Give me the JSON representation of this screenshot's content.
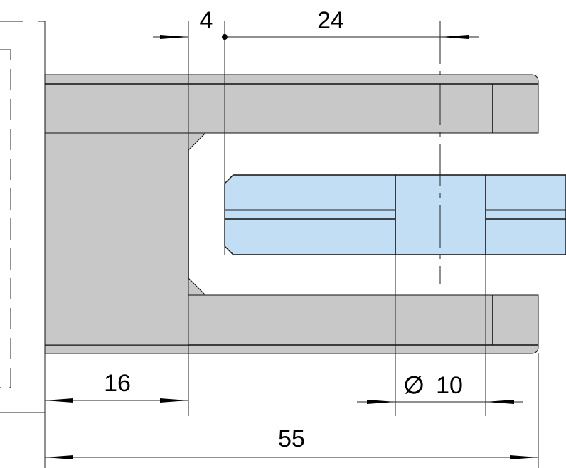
{
  "drawing": {
    "dimensions": {
      "offset": "4",
      "insertion": "24",
      "base_depth": "16",
      "hole_diameter": "10",
      "hole_diameter_symbol": "∅",
      "overall_length": "55"
    },
    "colors": {
      "metal": "#c8c8c8",
      "glass": "#c1def5",
      "line": "#111111"
    }
  }
}
